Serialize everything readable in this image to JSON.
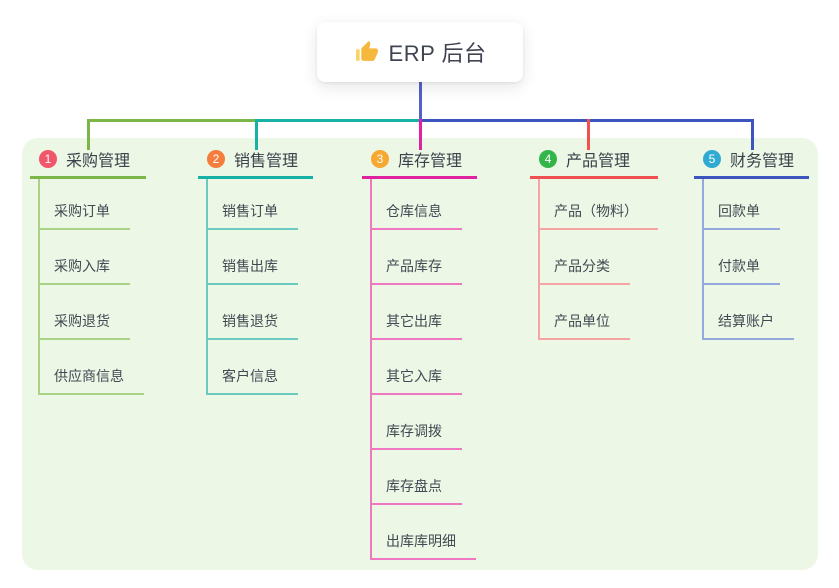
{
  "root": {
    "label": "ERP 后台",
    "icon": "thumbs-up"
  },
  "canvas": {
    "panel_bg": "#ecf7e6",
    "stem_color": "#5560c8"
  },
  "branches": [
    {
      "index": "1",
      "label": "采购管理",
      "badge_color": "#f2566b",
      "line_color": "#7ab648",
      "child_line_color": "#a9d187",
      "children": [
        "采购订单",
        "采购入库",
        "采购退货",
        "供应商信息"
      ]
    },
    {
      "index": "2",
      "label": "销售管理",
      "badge_color": "#f57d3d",
      "line_color": "#16b2a5",
      "child_line_color": "#6cc9c0",
      "children": [
        "销售订单",
        "销售出库",
        "销售退货",
        "客户信息"
      ]
    },
    {
      "index": "3",
      "label": "库存管理",
      "badge_color": "#f6a832",
      "line_color": "#df22a0",
      "child_line_color": "#ef79c1",
      "children": [
        "仓库信息",
        "产品库存",
        "其它出库",
        "其它入库",
        "库存调拨",
        "库存盘点",
        "出库库明细"
      ]
    },
    {
      "index": "4",
      "label": "产品管理",
      "badge_color": "#33b54a",
      "line_color": "#f0504f",
      "child_line_color": "#f5a3a4",
      "children": [
        "产品（物料）",
        "产品分类",
        "产品单位"
      ]
    },
    {
      "index": "5",
      "label": "财务管理",
      "badge_color": "#30aad2",
      "line_color": "#3d56bf",
      "child_line_color": "#94a8de",
      "children": [
        "回款单",
        "付款单",
        "结算账户"
      ]
    }
  ]
}
